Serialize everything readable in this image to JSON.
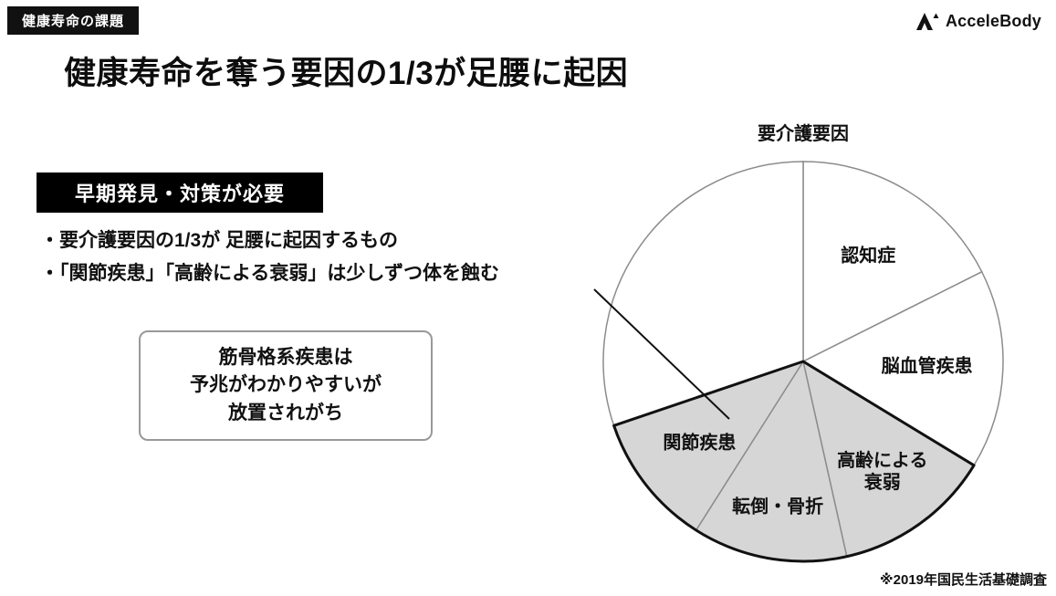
{
  "page": {
    "tag_badge": "健康寿命の課題",
    "title": "健康寿命を奪う要因の1/3が足腰に起因",
    "source_note": "※2019年国民生活基礎調査"
  },
  "logo": {
    "text": "AcceleBody"
  },
  "left_panel": {
    "heading_badge": "早期発見・対策が必要",
    "bullets": [
      "・要介護要因の1/3が 足腰に起因するもの",
      "・「関節疾患」「高齢による衰弱」は少しずつ体を蝕む"
    ],
    "callout_box_lines": [
      "筋骨格系疾患は",
      "予兆がわかりやすいが",
      "放置されがち"
    ]
  },
  "chart_data": {
    "type": "pie",
    "title": "要介護要因",
    "unit": "%",
    "start_angle_deg": -90,
    "direction": "clockwise",
    "slices": [
      {
        "label": "認知症",
        "value": 17.6,
        "highlight": false,
        "label_r": 0.62
      },
      {
        "label": "脳血管疾患",
        "value": 16.1,
        "highlight": false,
        "label_r": 0.62
      },
      {
        "label": "高齢による衰弱",
        "label_display": "高齢による\n衰弱",
        "value": 12.8,
        "highlight": true,
        "label_r": 0.68
      },
      {
        "label": "転倒・骨折",
        "value": 12.5,
        "highlight": true,
        "label_r": 0.74
      },
      {
        "label": "関節疾患",
        "value": 10.8,
        "highlight": true,
        "label_r": 0.66
      },
      {
        "label": "",
        "value": 30.2,
        "highlight": false
      }
    ],
    "colors": {
      "highlight_fill": "#d6d6d6",
      "normal_fill": "#ffffff",
      "slice_stroke": "#8c8c8c",
      "group_outline": "#111111"
    }
  }
}
